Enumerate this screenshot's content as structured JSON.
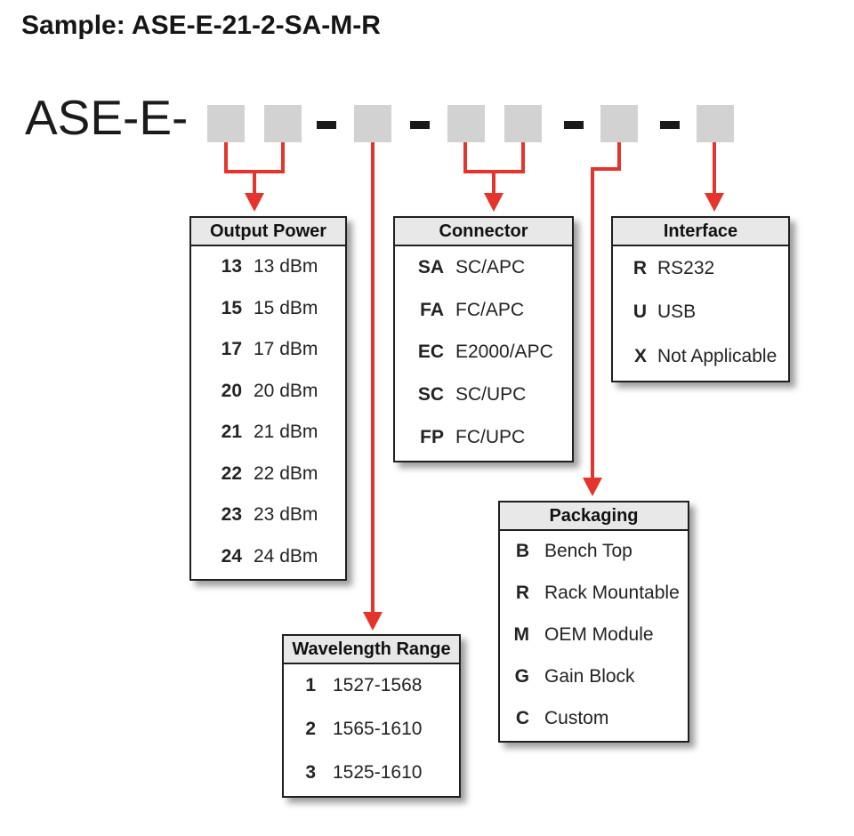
{
  "page_title": "Sample: ASE-E-21-2-SA-M-R",
  "part_code": {
    "prefix": "ASE-E-",
    "separator": "-"
  },
  "colors": {
    "arrow_red": "#e5342c",
    "placeholder_gray": "#d2d2d2",
    "header_gray": "#e8e8e8",
    "border_dark": "#1f1f1f"
  },
  "tables": {
    "output_power": {
      "title": "Output Power",
      "rows": [
        {
          "code": "13",
          "desc": "13 dBm"
        },
        {
          "code": "15",
          "desc": "15 dBm"
        },
        {
          "code": "17",
          "desc": "17 dBm"
        },
        {
          "code": "20",
          "desc": "20 dBm"
        },
        {
          "code": "21",
          "desc": "21 dBm"
        },
        {
          "code": "22",
          "desc": "22 dBm"
        },
        {
          "code": "23",
          "desc": "23 dBm"
        },
        {
          "code": "24",
          "desc": "24 dBm"
        }
      ]
    },
    "connector": {
      "title": "Connector",
      "rows": [
        {
          "code": "SA",
          "desc": "SC/APC"
        },
        {
          "code": "FA",
          "desc": "FC/APC"
        },
        {
          "code": "EC",
          "desc": "E2000/APC"
        },
        {
          "code": "SC",
          "desc": "SC/UPC"
        },
        {
          "code": "FP",
          "desc": "FC/UPC"
        }
      ]
    },
    "interface": {
      "title": "Interface",
      "rows": [
        {
          "code": "R",
          "desc": "RS232"
        },
        {
          "code": "U",
          "desc": "USB"
        },
        {
          "code": "X",
          "desc": "Not Applicable"
        }
      ]
    },
    "packaging": {
      "title": "Packaging",
      "rows": [
        {
          "code": "B",
          "desc": "Bench Top"
        },
        {
          "code": "R",
          "desc": "Rack Mountable"
        },
        {
          "code": "M",
          "desc": "OEM Module"
        },
        {
          "code": "G",
          "desc": "Gain Block"
        },
        {
          "code": "C",
          "desc": "Custom"
        }
      ]
    },
    "wavelength_range": {
      "title": "Wavelength Range",
      "rows": [
        {
          "code": "1",
          "desc": "1527-1568"
        },
        {
          "code": "2",
          "desc": "1565-1610"
        },
        {
          "code": "3",
          "desc": "1525-1610"
        }
      ]
    }
  }
}
